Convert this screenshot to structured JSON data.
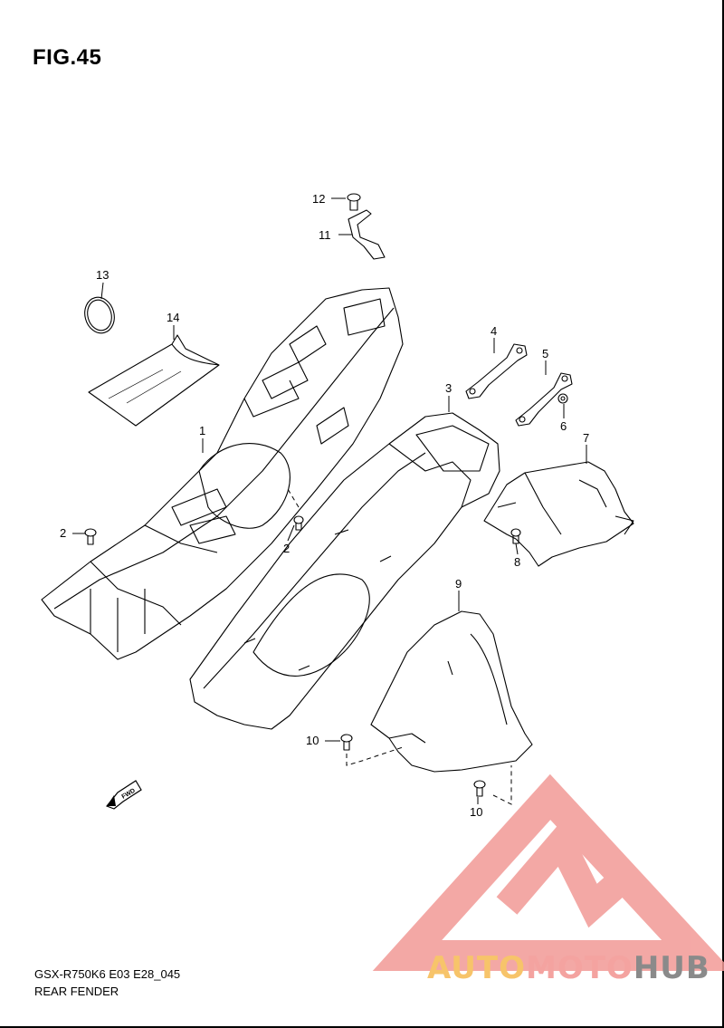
{
  "figure": {
    "title": "FIG.45"
  },
  "footer": {
    "model_code": "GSX-R750K6 E03 E28_045",
    "section_name": "REAR FENDER"
  },
  "watermark": {
    "part1": "AUTO",
    "part2": "MOTO",
    "part3": "HUB",
    "colors": {
      "triangle": "#f29a96",
      "auto": "#f7c46a",
      "moto": "#f4a3a0",
      "hub": "#8a8a8a"
    }
  },
  "fwd_badge": {
    "text": "FWD"
  },
  "callouts": [
    {
      "id": "c1",
      "number": "1",
      "part": "rear-fender-main"
    },
    {
      "id": "c2a",
      "number": "2",
      "part": "screw"
    },
    {
      "id": "c2b",
      "number": "2",
      "part": "screw"
    },
    {
      "id": "c3",
      "number": "3",
      "part": "rear-fender-lower"
    },
    {
      "id": "c4",
      "number": "4",
      "part": "bracket"
    },
    {
      "id": "c5",
      "number": "5",
      "part": "bracket"
    },
    {
      "id": "c6",
      "number": "6",
      "part": "nut"
    },
    {
      "id": "c7",
      "number": "7",
      "part": "cover"
    },
    {
      "id": "c8",
      "number": "8",
      "part": "screw"
    },
    {
      "id": "c9",
      "number": "9",
      "part": "rear-hugger"
    },
    {
      "id": "c10a",
      "number": "10",
      "part": "bolt"
    },
    {
      "id": "c10b",
      "number": "10",
      "part": "bolt"
    },
    {
      "id": "c11",
      "number": "11",
      "part": "stay"
    },
    {
      "id": "c12",
      "number": "12",
      "part": "bolt"
    },
    {
      "id": "c13",
      "number": "13",
      "part": "band"
    },
    {
      "id": "c14",
      "number": "14",
      "part": "bag"
    }
  ]
}
